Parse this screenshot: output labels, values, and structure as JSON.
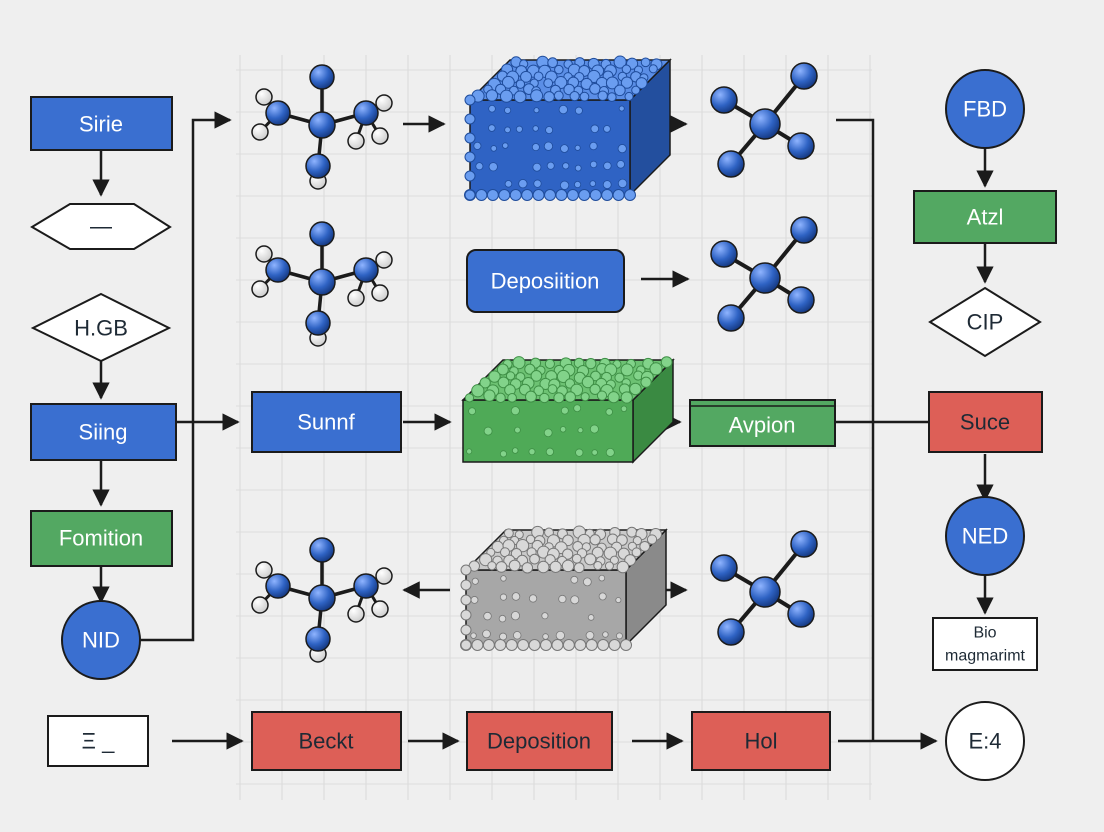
{
  "colors": {
    "blue": "#3a6fd0",
    "green": "#53a862",
    "red": "#dd5f57",
    "outline": "#1b1b1b",
    "grid": "#d6d6d6",
    "atom_blue": "#2f63c4",
    "atom_white": "#ffffff",
    "slab_green": "#4faa57",
    "slab_gray": "#a7a7a7"
  },
  "left_column": {
    "box_1": "Sirie",
    "box_2": "—",
    "box_3": "H.GB",
    "box_4": "Siing",
    "box_5": "Fomition",
    "circle_1": "NID",
    "box_6": "Ξ _"
  },
  "middle": {
    "box_deposition_top": "Deposiition",
    "box_sunnf": "Sunnf",
    "box_avpion": "Avpion",
    "box_beckt": "Beckt",
    "box_deposition_bottom": "Deposition",
    "box_hol": "Hol"
  },
  "right_column": {
    "circle_fbd": "FBD",
    "box_atzl": "Atzl",
    "diamond_cip": "CIP",
    "box_suce": "Suce",
    "circle_ned": "NED",
    "box_bio_line1": "Bio",
    "box_bio_line2": "magmarimt",
    "circle_e4": "E:4"
  },
  "icons": [
    "molecule-hydrogen-icon",
    "porous-slab-icon",
    "molecule-tetrahedral-icon"
  ]
}
